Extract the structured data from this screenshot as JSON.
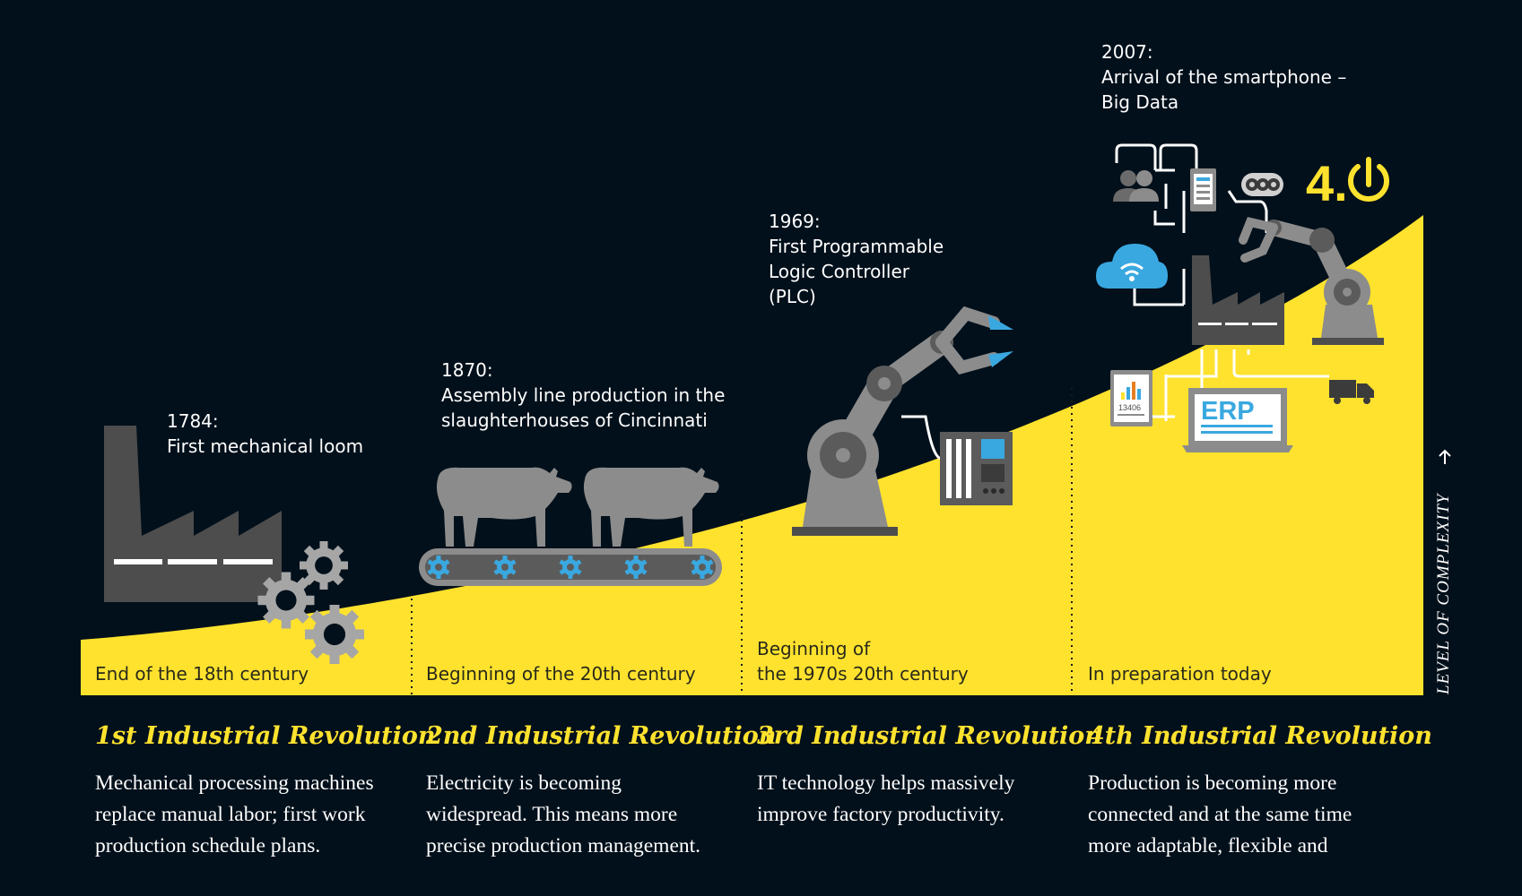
{
  "axis_label": "LEVEL OF COMPLEXITY",
  "phases": [
    {
      "event_lines": [
        "1784:",
        "First mechanical loom"
      ],
      "era_lines": [
        "End of the 18th century"
      ],
      "title": "1st Industrial Revolution",
      "description_lines": [
        "Mechanical processing machines",
        "replace manual labor; first work",
        "production schedule plans."
      ]
    },
    {
      "event_lines": [
        "1870:",
        "Assembly line production in the",
        "slaughterhouses of Cincinnati"
      ],
      "era_lines": [
        "Beginning of the 20th century"
      ],
      "title": "2nd Industrial Revolution",
      "description_lines": [
        "Electricity is becoming",
        "widespread. This means more",
        "precise production management."
      ]
    },
    {
      "event_lines": [
        "1969:",
        "First Programmable",
        "Logic Controller",
        "(PLC)"
      ],
      "era_lines": [
        "Beginning of",
        "the 1970s 20th century"
      ],
      "title": "3rd Industrial Revolution",
      "description_lines": [
        "IT technology helps massively",
        "improve factory productivity."
      ]
    },
    {
      "event_lines": [
        "2007:",
        "Arrival of the smartphone –",
        "Big Data"
      ],
      "era_lines": [
        "In preparation today"
      ],
      "title": "4th Industrial Revolution",
      "description_lines": [
        "Production is becoming more",
        "connected and at the same time",
        "more adaptable, flexible and"
      ]
    }
  ],
  "icons": {
    "industry_badge": "4.",
    "erp_label": "ERP",
    "tablet_value": "13406"
  },
  "colors": {
    "background": "#02101b",
    "accent_yellow": "#ffe22e",
    "machine_gray": "#8c8c8c",
    "dark_gray": "#4d4d4d",
    "blue": "#3aa8e0"
  }
}
